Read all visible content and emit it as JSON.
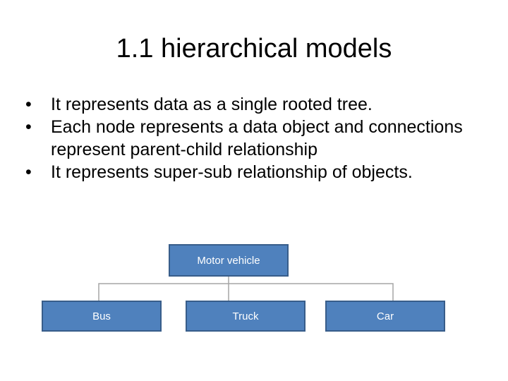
{
  "slide": {
    "title": "1.1 hierarchical models",
    "bullets": [
      "It represents data as a single rooted tree.",
      "Each node represents a data object and connections represent parent-child relationship",
      "It represents super-sub relationship of objects."
    ]
  },
  "tree": {
    "root": "Motor vehicle",
    "children": [
      "Bus",
      "Truck",
      "Car"
    ]
  },
  "colors": {
    "node_fill": "#4f81bd",
    "node_border": "#385d8a",
    "connector": "#a5a5a5"
  }
}
